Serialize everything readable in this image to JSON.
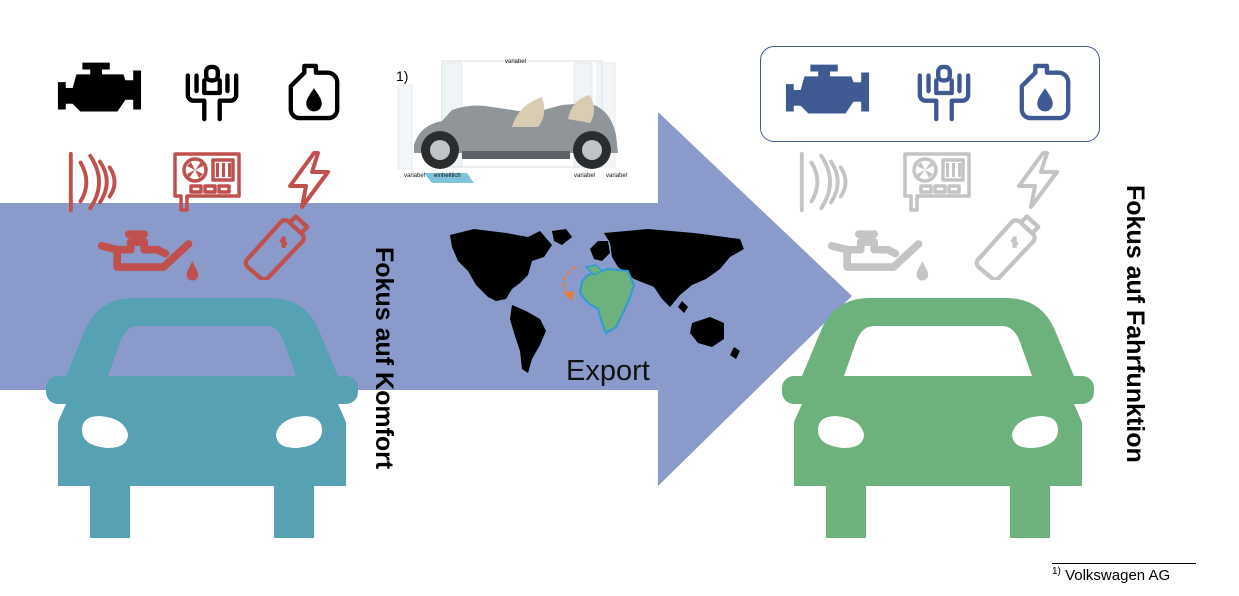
{
  "left_label": "Fokus auf Komfort",
  "right_label": "Fokus auf Fahrfunktion",
  "map": {
    "label": "Export"
  },
  "platform": {
    "marker": "1)",
    "label_top": "variabel",
    "label_bottom_left": "variabel",
    "label_bottom_center": "einheitlich",
    "label_bottom_right_1": "variabel",
    "label_bottom_right_2": "variabel"
  },
  "footnote": {
    "marker": "1)",
    "text": "Volkswagen AG"
  },
  "colors": {
    "arrow": "#8a9bcb",
    "car_left": "#56a1b3",
    "car_right": "#6db27c",
    "icons_red": "#c0504d",
    "icons_gray": "#c4c4c4",
    "icons_blue": "#3f5a93",
    "africa": "#6db27c"
  },
  "icons_left_top": [
    "engine-icon",
    "gearshift-icon",
    "coolant-icon"
  ],
  "icons_left_red": [
    "sensor-waves-icon",
    "circuit-board-icon",
    "lightning-icon",
    "oil-can-icon",
    "battery-icon"
  ],
  "icons_right_box": [
    "engine-icon",
    "gearshift-icon",
    "coolant-icon"
  ],
  "icons_right_gray": [
    "sensor-waves-icon",
    "circuit-board-icon",
    "lightning-icon",
    "oil-can-icon",
    "battery-icon"
  ]
}
